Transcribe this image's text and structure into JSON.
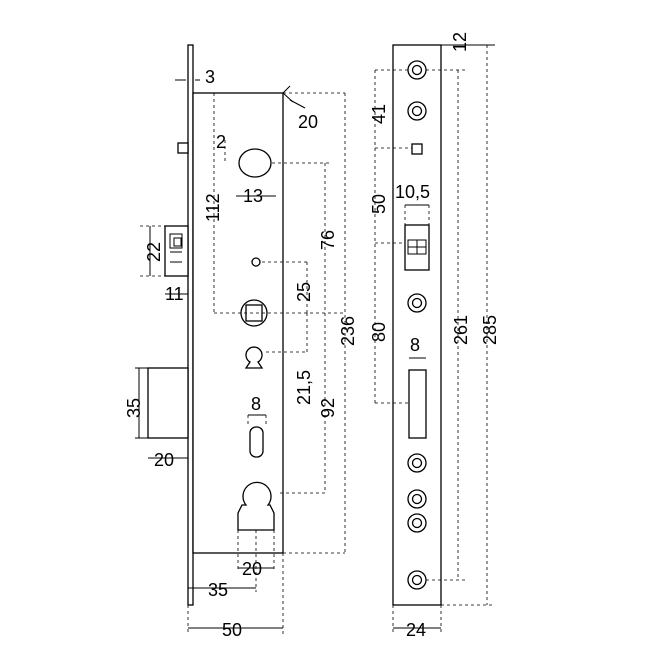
{
  "drawing": {
    "labels": {
      "faceplate_thickness": "3",
      "bevel": "20",
      "handle_hole_offset": "2",
      "handle_hole_width": "13",
      "follower_to_top": "112",
      "latch_height": "22",
      "latch_projection": "11",
      "follower_to_handle": "76",
      "follower_to_pin": "25",
      "case_height": "236",
      "follower_to_keyhole": "21,5",
      "follower_to_cylinder": "92",
      "deadbolt_height": "35",
      "deadbolt_projection": "20",
      "slot_width": "8",
      "cylinder_width": "20",
      "backset": "35",
      "case_depth": "50",
      "front_top": "12",
      "front_screw_spacing": "41",
      "front_window_to_latch": "50",
      "front_latch_width": "10,5",
      "front_latch_to_bolt": "80",
      "front_bolt_width": "8",
      "front_screw_outer": "261",
      "front_total_height": "285",
      "front_width": "24"
    }
  }
}
